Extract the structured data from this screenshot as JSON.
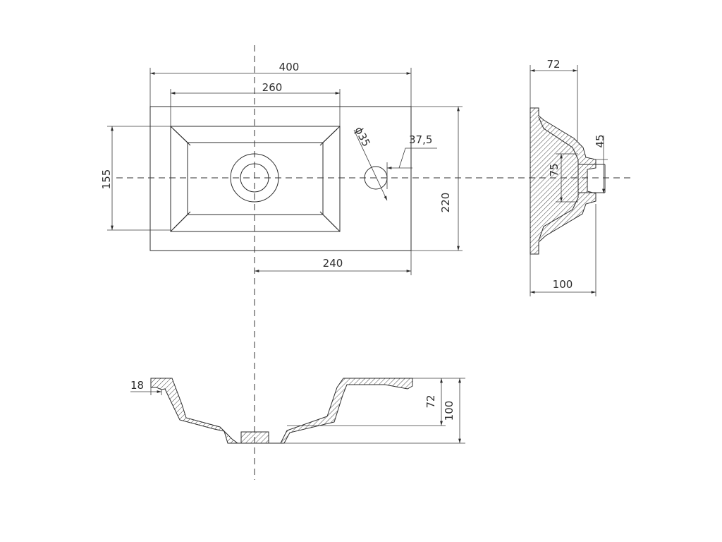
{
  "drawing": {
    "top_view": {
      "width": "400",
      "bowl_width": "260",
      "offset": "240",
      "bowl_depth": "155",
      "depth": "220",
      "tap_hole": "ϕ35",
      "tap_offset": "37,5"
    },
    "side_view": {
      "top_width": "72",
      "bottom_width": "100",
      "outlet_height": "45",
      "drain_height": "75"
    },
    "front_section": {
      "rim": "18",
      "inner_depth": "72",
      "total_height": "100"
    }
  }
}
